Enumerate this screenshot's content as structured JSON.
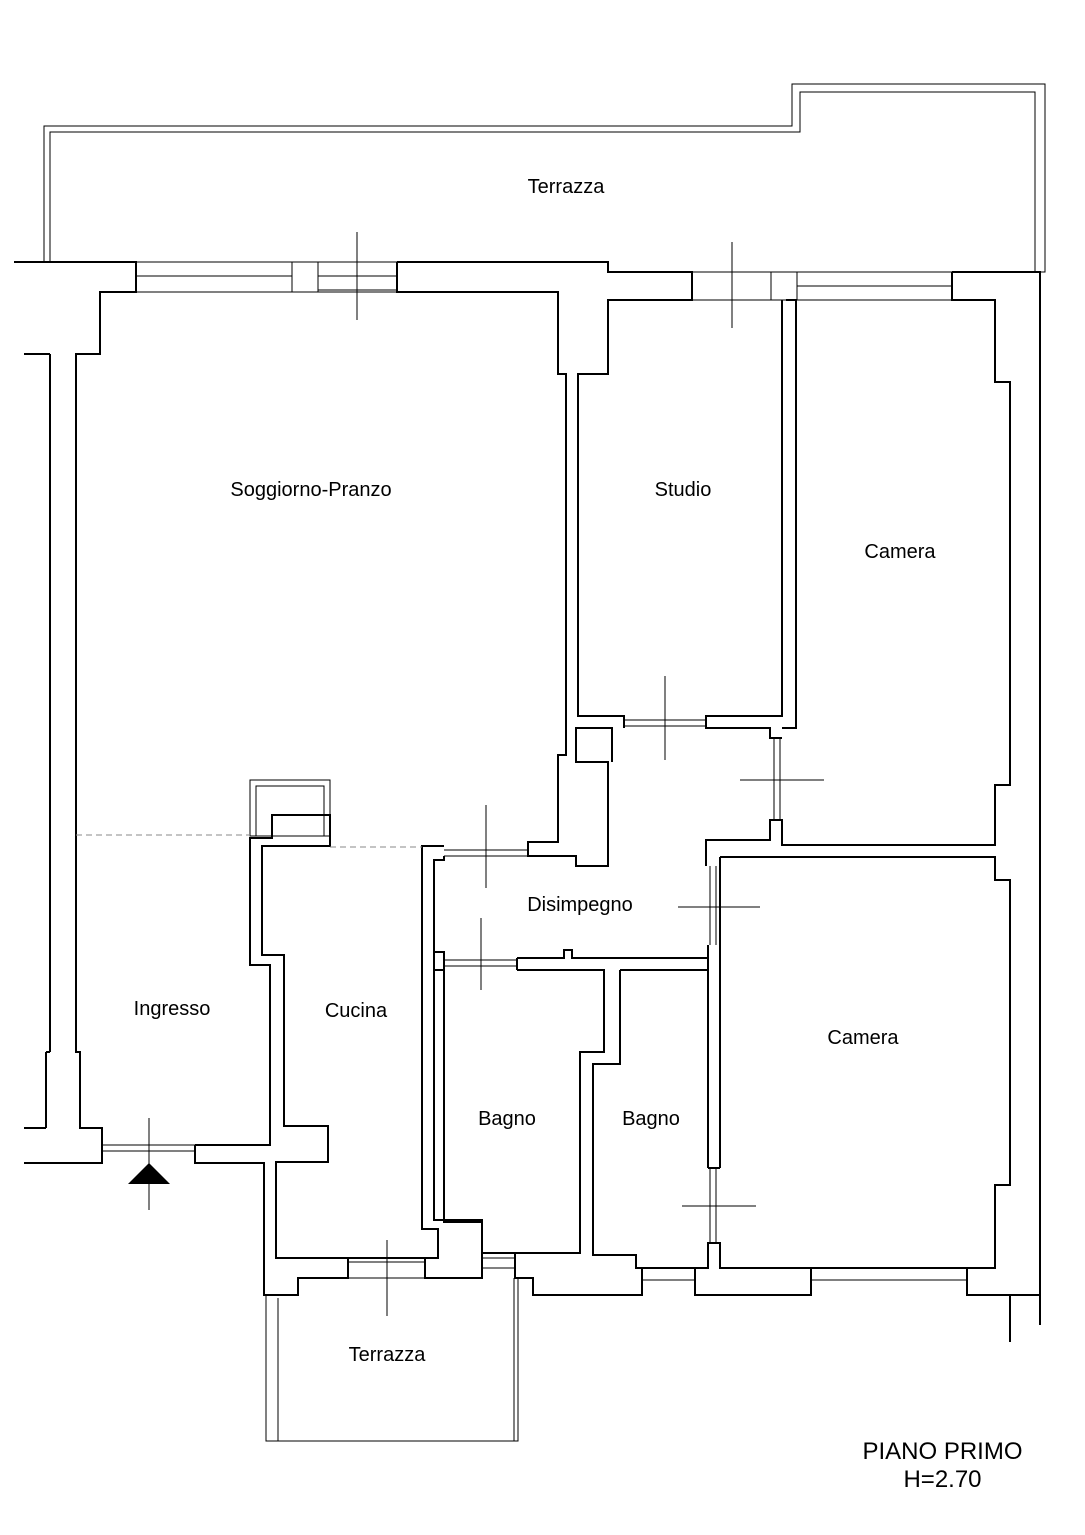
{
  "rooms": {
    "terrazza_top": "Terrazza",
    "soggiorno": "Soggiorno-Pranzo",
    "studio": "Studio",
    "camera_1": "Camera",
    "camera_2": "Camera",
    "disimpegno": "Disimpegno",
    "ingresso": "Ingresso",
    "cucina": "Cucina",
    "bagno_1": "Bagno",
    "bagno_2": "Bagno",
    "terrazza_bottom": "Terrazza"
  },
  "title": {
    "floor": "PIANO PRIMO",
    "height": "H=2.70"
  }
}
